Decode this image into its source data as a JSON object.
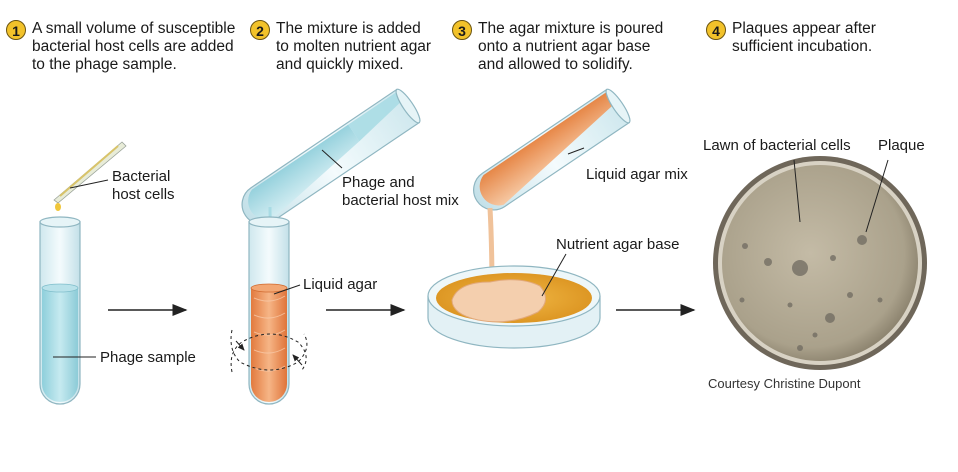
{
  "steps": [
    {
      "number": "1",
      "text": "A small volume of susceptible\nbacterial host cells are added\nto the phage sample."
    },
    {
      "number": "2",
      "text": "The mixture is added\nto molten nutrient agar\nand quickly mixed."
    },
    {
      "number": "3",
      "text": "The agar mixture is poured\nonto a nutrient agar base\nand allowed to solidify."
    },
    {
      "number": "4",
      "text": "Plaques appear after\nsufficient incubation."
    }
  ],
  "labels": {
    "bacterial_host_cells": "Bacterial\nhost cells",
    "phage_sample": "Phage sample",
    "phage_host_mix": "Phage and\nbacterial host mix",
    "liquid_agar": "Liquid agar",
    "liquid_agar_mix": "Liquid agar mix",
    "nutrient_agar_base": "Nutrient agar base",
    "lawn": "Lawn of bacterial cells",
    "plaque": "Plaque"
  },
  "credit": "Courtesy Christine Dupont",
  "colors": {
    "step_badge": "#f2c22a",
    "phage_fluid": "#a9dbe3",
    "agar_orange": "#e98a4e",
    "agar_base": "#e9a531",
    "plate_lawn": "#b6ad97"
  }
}
